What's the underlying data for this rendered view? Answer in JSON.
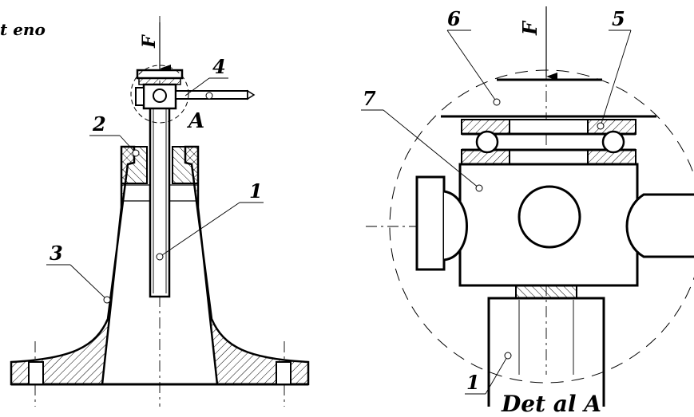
{
  "fragment_text": "t eno",
  "force_left": "F",
  "force_right": "F",
  "detail_marker": "A",
  "detail_caption": "Det al A",
  "parts_left": [
    "4",
    "2",
    "1",
    "3"
  ],
  "parts_right": [
    "6",
    "5",
    "7",
    "1"
  ],
  "colors": {
    "ink": "#000000",
    "paper": "#ffffff"
  }
}
